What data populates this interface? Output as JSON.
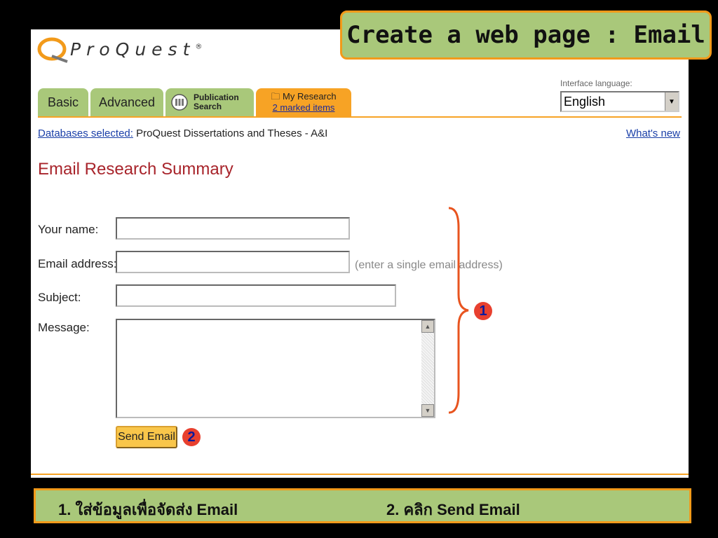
{
  "slide_title": "Create a web page : Email",
  "app": {
    "logo_text": "ProQuest",
    "logo_mark": "®",
    "tabs": {
      "basic": "Basic",
      "advanced": "Advanced",
      "publication_line1": "Publication",
      "publication_line2": "Search",
      "my_research_line1": "My Research",
      "my_research_link": "2 marked items"
    },
    "interface_language_label": "Interface language:",
    "interface_language_value": "English",
    "databases_label": "Databases selected:",
    "databases_value": "ProQuest Dissertations and Theses - A&I",
    "whats_new": "What's new",
    "heading": "Email Research Summary",
    "form": {
      "name_label": "Your name:",
      "email_label": "Email address:",
      "email_hint": "(enter a single email address)",
      "subject_label": "Subject:",
      "message_label": "Message:",
      "send_button": "Send Email"
    }
  },
  "badges": {
    "one": "1",
    "two": "2"
  },
  "footer": {
    "step1": "1. ใส่ข้อมูลเพื่อจัดส่ง Email",
    "step2": "2. คลิก Send Email"
  },
  "colors": {
    "tab_green": "#a9c87a",
    "tab_orange": "#f7a325",
    "heading_red": "#a8242b",
    "link_blue": "#1a3fa8",
    "badge_red": "#e8402f"
  }
}
